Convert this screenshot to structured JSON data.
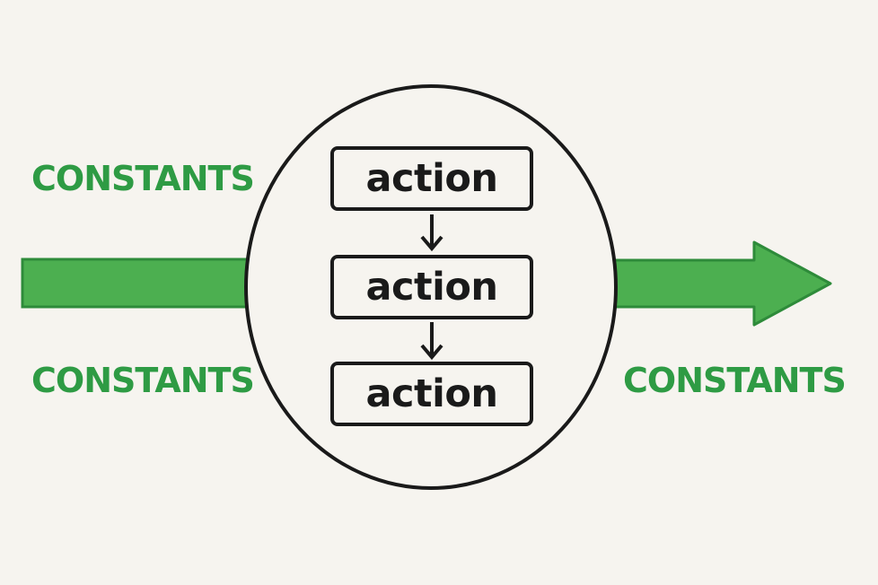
{
  "labels": {
    "input_top": "CONSTANTS",
    "input_bottom": "CONSTANTS",
    "output": "CONSTANTS"
  },
  "actions": [
    "action",
    "action",
    "action"
  ],
  "colors": {
    "background": "#f6f4ef",
    "arrow_fill": "#4caf50",
    "arrow_stroke": "#2e8b3a",
    "label_green": "#2e9b44",
    "ink": "#1a1a1a"
  },
  "icons": {
    "action_link": "arrow-down-icon",
    "flow": "arrow-right-icon"
  }
}
